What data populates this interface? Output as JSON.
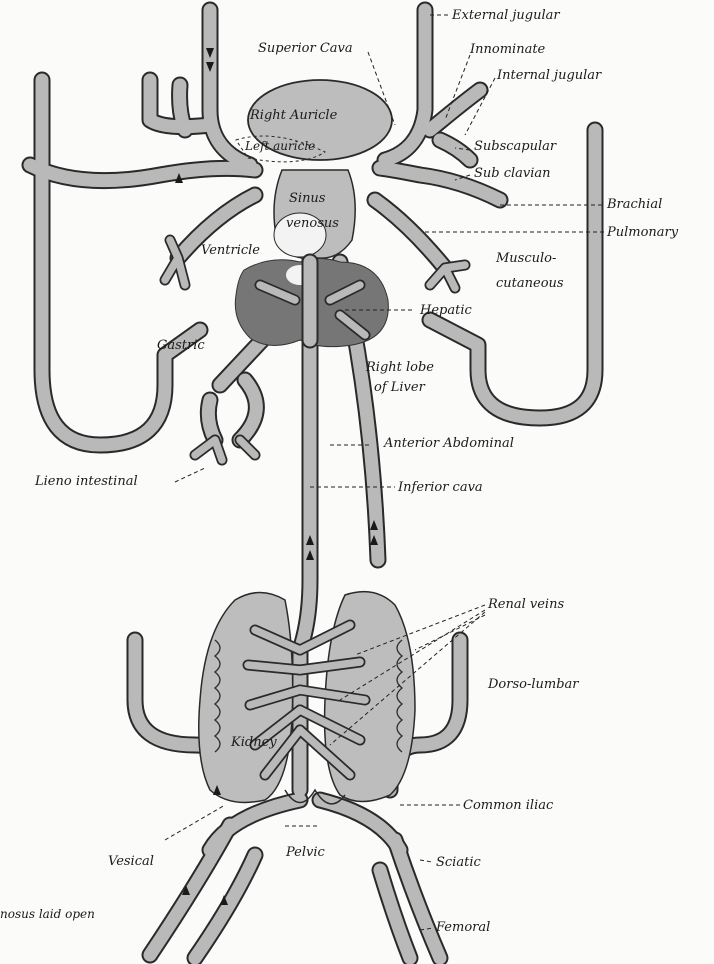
{
  "labels": {
    "external_jugular": "External jugular",
    "superior_cava": "Superior Cava",
    "innominate": "Innominate",
    "internal_jugular": "Internal jugular",
    "right_auricle": "Right Auricle",
    "left_auricle": "Left auricle",
    "subscapular": "Subscapular",
    "sub_clavian": "Sub clavian",
    "brachial": "Brachial",
    "sinus_venosus_1": "Sinus",
    "sinus_venosus_2": "venosus",
    "pulmonary": "Pulmonary",
    "ventricle": "Ventricle",
    "musculo_cutaneous_1": "Musculo-",
    "musculo_cutaneous_2": "cutaneous",
    "hepatic": "Hepatic",
    "gastric": "Gastric",
    "right_lobe_1": "Right lobe",
    "right_lobe_2": "of Liver",
    "anterior_abdominal": "Anterior Abdominal",
    "lieno_intestinal": "Lieno intestinal",
    "inferior_cava": "Inferior cava",
    "renal_veins": "Renal veins",
    "dorso_lumbar": "Dorso-lumbar",
    "kidney": "Kidney",
    "common_iliac": "Common iliac",
    "vesical": "Vesical",
    "pelvic": "Pelvic",
    "sciatic": "Sciatic",
    "femoral": "Femoral",
    "sinus_laid_open": "nosus laid open"
  },
  "colors": {
    "vein_outline": "#2a2a2a",
    "vein_fill": "#b9b9b9",
    "auricle_fill": "#bdbdbd",
    "liver_fill": "#767676",
    "background": "#fbfbfa"
  }
}
